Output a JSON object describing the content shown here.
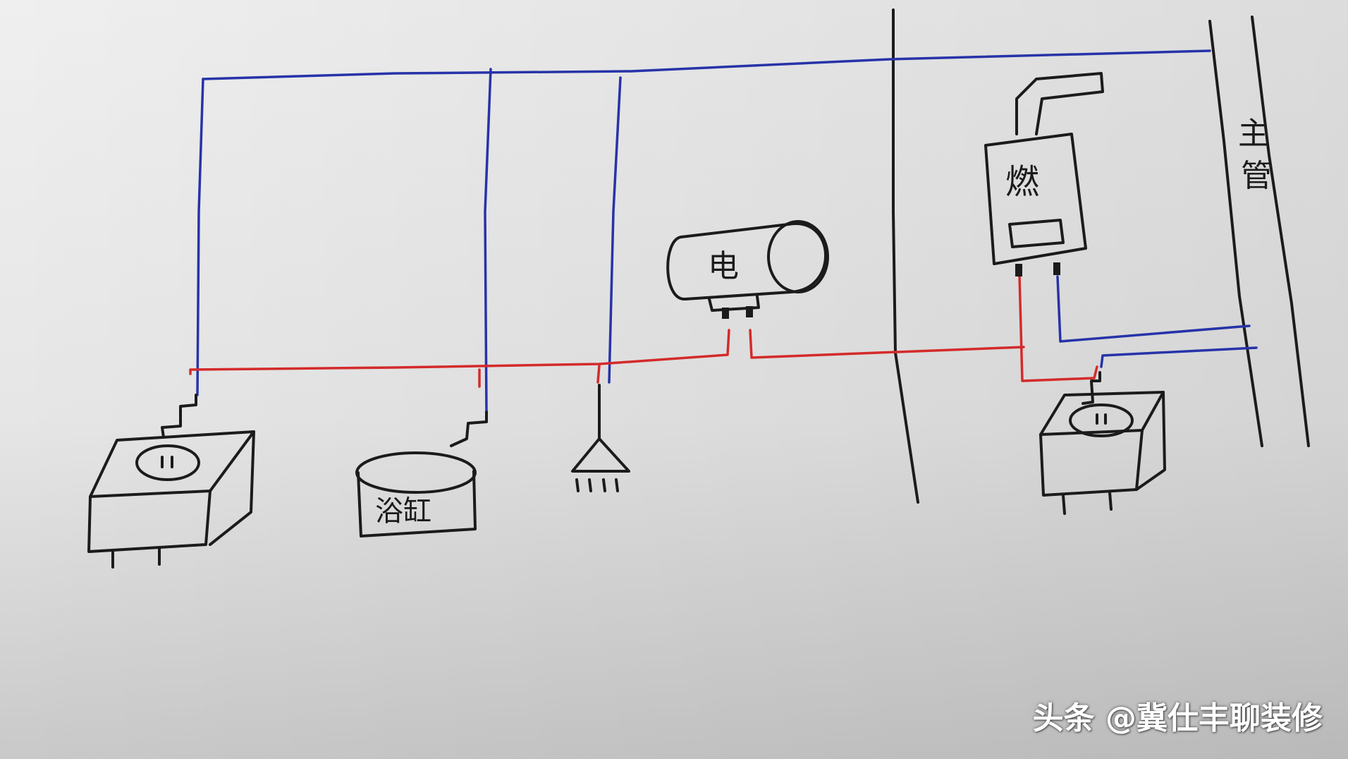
{
  "diagram": {
    "labels": {
      "electric_heater": "电",
      "gas_heater": "燃",
      "bathtub": "浴缸",
      "main_pipe_1": "主",
      "main_pipe_2": "管"
    },
    "colors": {
      "cold_water": "#2733a8",
      "hot_water": "#d42a2a",
      "ink": "#1b1b1b",
      "paper": "#e9e9e9"
    }
  },
  "watermark": {
    "text": "头条 @冀仕丰聊装修"
  }
}
